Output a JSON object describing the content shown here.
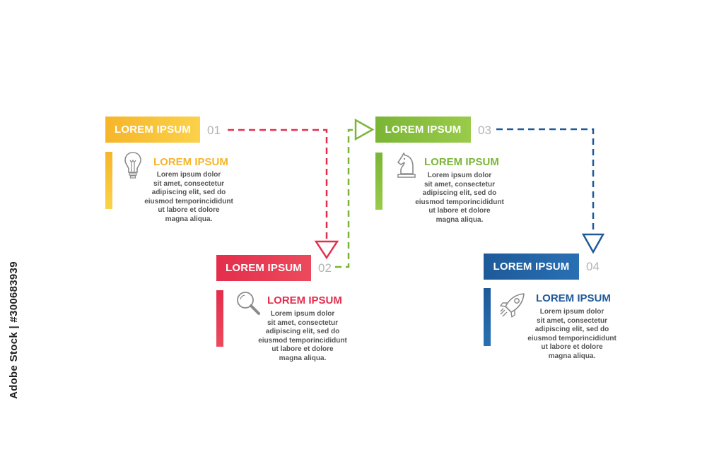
{
  "steps": [
    {
      "label": "LOREM IPSUM",
      "number": "01",
      "title": "LOREM IPSUM",
      "description": [
        "Lorem ipsum dolor",
        "sit amet, consectetur",
        "adipiscing elit, sed do",
        "eiusmod temporincididunt",
        "ut labore et dolore",
        "magna aliqua."
      ],
      "color": "#f6b52a",
      "icon": "lightbulb-icon"
    },
    {
      "label": "LOREM IPSUM",
      "number": "02",
      "title": "LOREM IPSUM",
      "description": [
        "Lorem ipsum dolor",
        "sit amet, consectetur",
        "adipiscing elit, sed do",
        "eiusmod temporincididunt",
        "ut labore et dolore",
        "magna aliqua."
      ],
      "color": "#e32e4c",
      "icon": "magnifier-icon"
    },
    {
      "label": "LOREM IPSUM",
      "number": "03",
      "title": "LOREM IPSUM",
      "description": [
        "Lorem ipsum dolor",
        "sit amet, consectetur",
        "adipiscing elit, sed do",
        "eiusmod temporincididunt",
        "ut labore et dolore",
        "magna aliqua."
      ],
      "color": "#7bb536",
      "icon": "chess-knight-icon"
    },
    {
      "label": "LOREM IPSUM",
      "number": "04",
      "title": "LOREM IPSUM",
      "description": [
        "Lorem ipsum dolor",
        "sit amet, consectetur",
        "adipiscing elit, sed do",
        "eiusmod temporincididunt",
        "ut labore et dolore",
        "magna aliqua."
      ],
      "color": "#1e5a99",
      "icon": "rocket-icon"
    }
  ],
  "credit": "Adobe Stock | #300683939"
}
